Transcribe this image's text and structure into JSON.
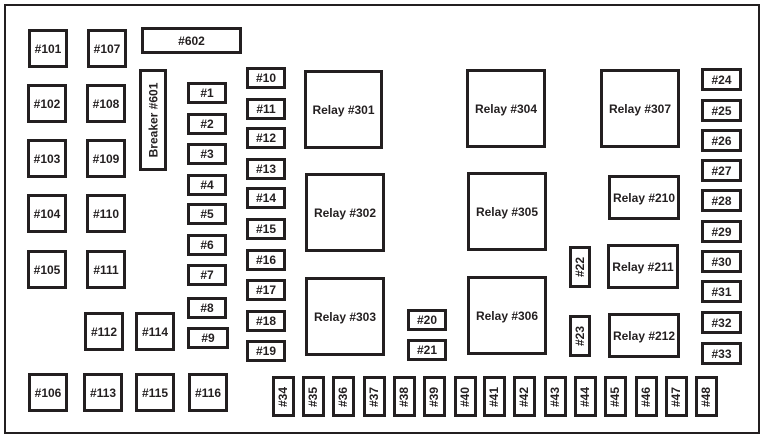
{
  "diagram": {
    "title": "Fuse panel layout",
    "maxi_fuses": [
      "#101",
      "#102",
      "#103",
      "#104",
      "#105",
      "#106",
      "#107",
      "#108",
      "#109",
      "#110",
      "#111",
      "#112",
      "#113",
      "#114",
      "#115",
      "#116"
    ],
    "breaker_602": "#602",
    "breaker_601": "Breaker  #601",
    "mini_fuses_col1": [
      "#1",
      "#2",
      "#3",
      "#4",
      "#5",
      "#6",
      "#7",
      "#8",
      "#9"
    ],
    "mini_fuses_col2": [
      "#10",
      "#11",
      "#12",
      "#13",
      "#14",
      "#15",
      "#16",
      "#17",
      "#18",
      "#19"
    ],
    "mini_fuses_mid": [
      "#20",
      "#21"
    ],
    "vertical_fuses_mid": [
      "#22",
      "#23"
    ],
    "mini_fuses_right": [
      "#24",
      "#25",
      "#26",
      "#27",
      "#28",
      "#29",
      "#30",
      "#31",
      "#32",
      "#33"
    ],
    "bottom_fuses": [
      "#34",
      "#35",
      "#36",
      "#37",
      "#38",
      "#39",
      "#40",
      "#41",
      "#42",
      "#43",
      "#44",
      "#45",
      "#46",
      "#47",
      "#48"
    ],
    "relays": {
      "r301": "Relay  #301",
      "r302": "Relay  #302",
      "r303": "Relay  #303",
      "r304": "Relay  #304",
      "r305": "Relay  #305",
      "r306": "Relay  #306",
      "r307": "Relay #307",
      "r210": "Relay #210",
      "r211": "Relay #211",
      "r212": "Relay #212"
    }
  }
}
